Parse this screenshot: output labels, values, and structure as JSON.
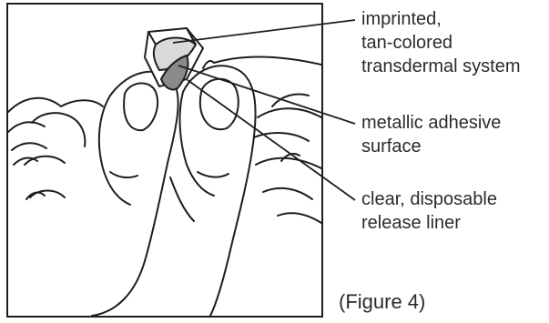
{
  "callouts": [
    {
      "lines": [
        "imprinted,",
        "tan-colored",
        "transdermal system"
      ]
    },
    {
      "lines": [
        "metallic adhesive",
        "surface"
      ]
    },
    {
      "lines": [
        "clear, disposable",
        "release liner"
      ]
    }
  ],
  "caption": "(Figure 4)",
  "colors": {
    "ink": "#1e1e1e",
    "patch_light": "#d9d9d9",
    "adhesive_dark": "#8a8a8a",
    "background": "#ffffff"
  }
}
